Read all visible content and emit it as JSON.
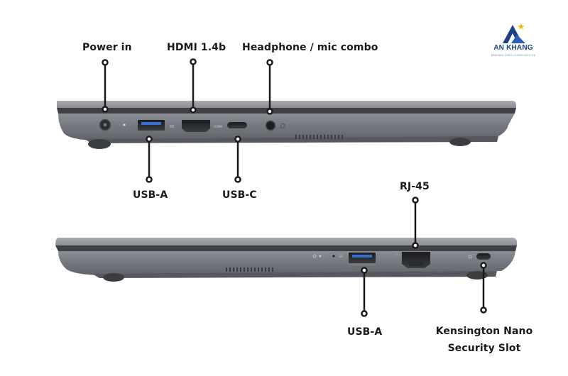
{
  "brand": {
    "name": "AN KHANG",
    "tagline": "ĐẢM BẢO CHẤT LƯỢNG DỊCH VỤ",
    "colors": {
      "primary": "#1f3f86",
      "accent": "#f5b400"
    }
  },
  "laptop_color": "#7d8087",
  "callouts": {
    "power_in": "Power in",
    "hdmi": "HDMI 1.4b",
    "headphone": "Headphone / mic combo",
    "usb_a_left": "USB-A",
    "usb_c": "USB-C",
    "rj45": "RJ-45",
    "usb_a_right": "USB-A",
    "kensington_line1": "Kensington Nano",
    "kensington_line2": "Security Slot"
  },
  "port_markings": {
    "hdmi": "HDMI",
    "usb_speed": "SS"
  }
}
